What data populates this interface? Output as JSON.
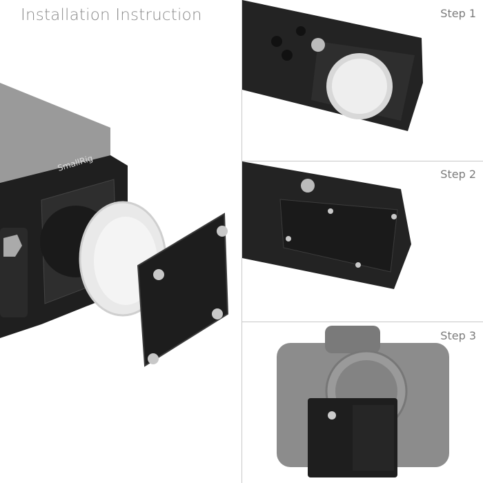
{
  "title": "Installation Instruction",
  "brand": "SmallRig",
  "steps": [
    {
      "label": "Step 1"
    },
    {
      "label": "Step 2"
    },
    {
      "label": "Step 3"
    }
  ],
  "colors": {
    "metal": "#2a2a2a",
    "camera": "#8c8c8c",
    "cap": "#e8e8e8",
    "text": "#8a8a8a"
  }
}
